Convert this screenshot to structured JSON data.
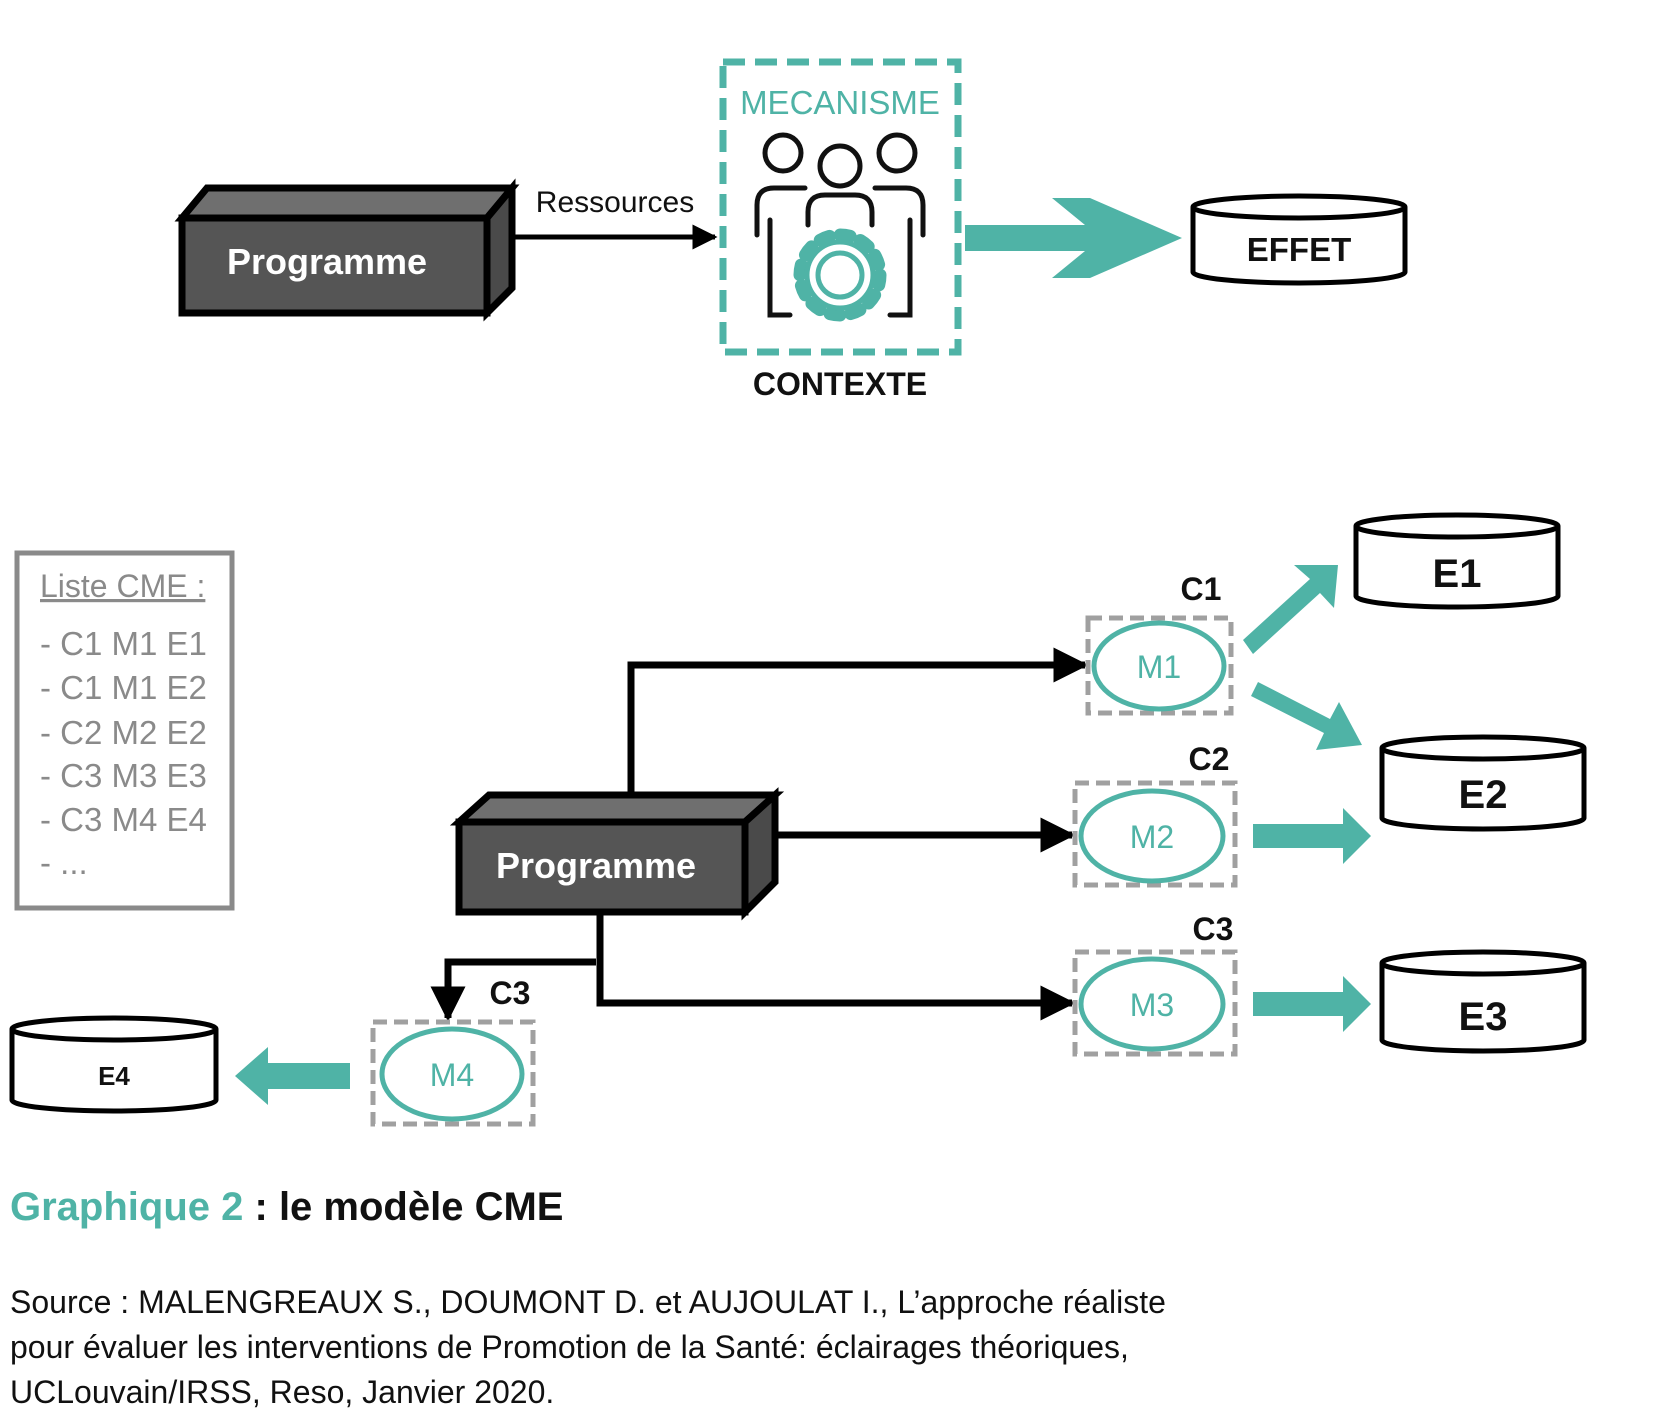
{
  "colors": {
    "accent": "#4fb3a6",
    "box_dark": "#555555",
    "box_top": "#6f6f6f",
    "list_gray": "#8a8a8a",
    "dash_gray": "#a0a0a0"
  },
  "top": {
    "programme_label": "Programme",
    "ressources_label": "Ressources",
    "mecanisme_label": "MECANISME",
    "contexte_label": "CONTEXTE",
    "effet_label": "EFFET",
    "icon": "team-gear-icon"
  },
  "bottom": {
    "programme_label": "Programme",
    "list": {
      "title": "Liste CME :",
      "items": [
        "- C1 M1  E1",
        "- C1 M1  E2",
        "- C2 M2  E2",
        "- C3 M3  E3",
        "- C3 M4  E4",
        "- ..."
      ]
    },
    "mechanisms": [
      {
        "context": "C1",
        "label": "M1"
      },
      {
        "context": "C2",
        "label": "M2"
      },
      {
        "context": "C3",
        "label": "M3"
      },
      {
        "context": "C3",
        "label": "M4"
      }
    ],
    "effects": [
      "E1",
      "E2",
      "E3",
      "E4"
    ]
  },
  "caption": {
    "prefix": "Graphique 2",
    "rest": " : le modèle CME"
  },
  "source": "Source :  MALENGREAUX S., DOUMONT D. et AUJOULAT I., L’approche réaliste pour évaluer les interventions de Promotion de la Santé: éclairages théoriques, UCLouvain/IRSS, Reso, Janvier 2020."
}
